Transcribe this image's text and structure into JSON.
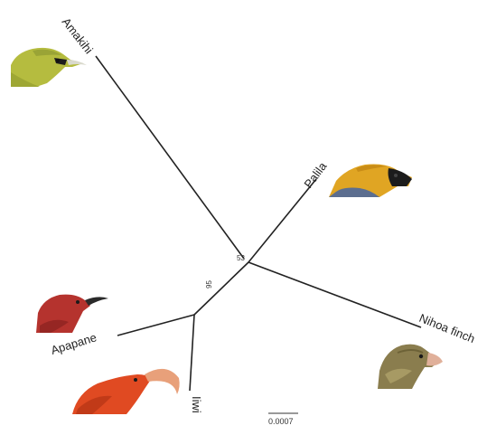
{
  "tree": {
    "taxa": {
      "amakihi": "Amakihi",
      "palila": "Palila",
      "nihoa_finch": "Nihoa finch",
      "apapane": "Apapane",
      "iiwi": "Iiwi"
    },
    "support": {
      "node_upper": "53",
      "node_lower": "95"
    },
    "scale_bar_label": "0.0007"
  },
  "icons": {
    "amakihi": "amakihi-bird-head-icon",
    "palila": "palila-bird-head-icon",
    "nihoa_finch": "nihoa-finch-bird-head-icon",
    "apapane": "apapane-bird-head-icon",
    "iiwi": "iiwi-bird-head-icon"
  },
  "colors": {
    "branch": "#222222",
    "amakihi_plumage": "#b5bc3f",
    "palila_head": "#e0a523",
    "palila_body": "#5c6e8f",
    "nihoa_plumage": "#8a7d4e",
    "apapane_plumage": "#b5332e",
    "iiwi_plumage": "#e04a22"
  }
}
